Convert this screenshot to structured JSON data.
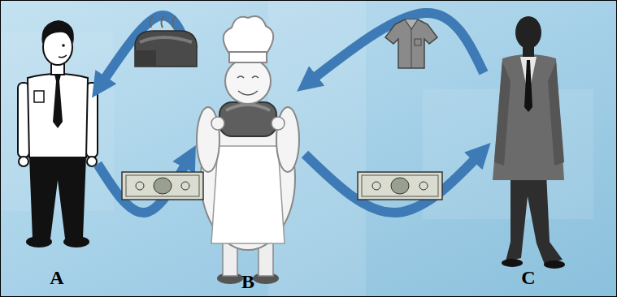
{
  "diagram": {
    "nodes": [
      {
        "text": [
          "A"
        ]
      },
      {
        "text": [
          "B"
        ]
      },
      {
        "text": [
          "C"
        ]
      }
    ],
    "edges": [
      {
        "from": 1,
        "to": 0,
        "arrow": "to"
      },
      {
        "from": 0,
        "to": 1,
        "arrow": "to"
      },
      {
        "from": 2,
        "to": 1,
        "arrow": "to"
      },
      {
        "from": 1,
        "to": 2,
        "arrow": "to"
      }
    ]
  }
}
